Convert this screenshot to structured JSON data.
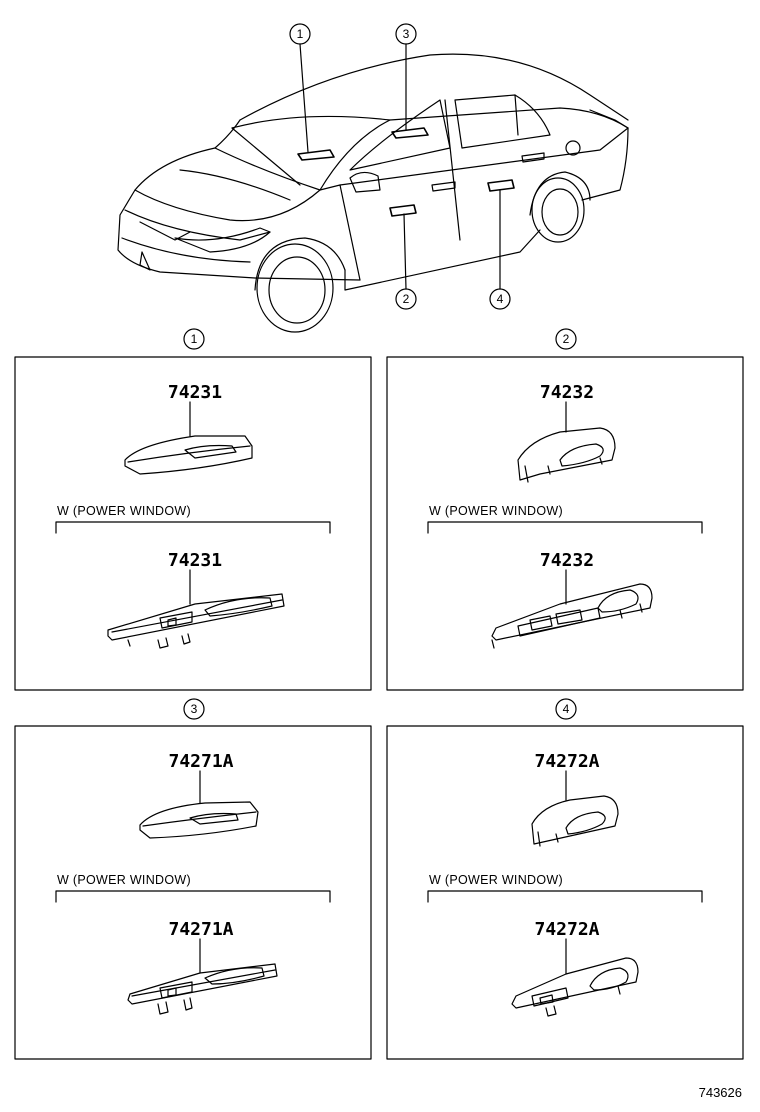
{
  "overview": {
    "callouts": [
      "1",
      "2",
      "3",
      "4"
    ]
  },
  "panels": [
    {
      "id": "1",
      "part_top": "74231",
      "option_label": "W (POWER  WINDOW)",
      "part_bottom": "74231"
    },
    {
      "id": "2",
      "part_top": "74232",
      "option_label": "W (POWER  WINDOW)",
      "part_bottom": "74232"
    },
    {
      "id": "3",
      "part_top": "74271A",
      "option_label": "W (POWER  WINDOW)",
      "part_bottom": "74271A"
    },
    {
      "id": "4",
      "part_top": "74272A",
      "option_label": "W (POWER  WINDOW)",
      "part_bottom": "74272A"
    }
  ],
  "reference_code": "743626"
}
